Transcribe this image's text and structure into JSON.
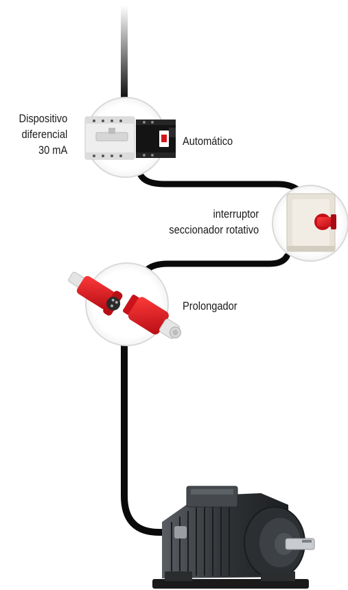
{
  "diagram": {
    "labels": {
      "differential": [
        "Dispositivo",
        "diferencial",
        "30 mA"
      ],
      "automatic": "Automático",
      "switch": [
        "interruptor",
        "seccionador rotativo"
      ],
      "extension": "Prolongador"
    }
  },
  "colors": {
    "cable": "#0a0a0a",
    "circle_border": "#d9d9d9",
    "plug_red": "#d4141c",
    "breaker_black": "#111111",
    "device_white": "#ececec",
    "switch_body": "#e7e2d8",
    "motor_grey": "#3a3d40"
  }
}
